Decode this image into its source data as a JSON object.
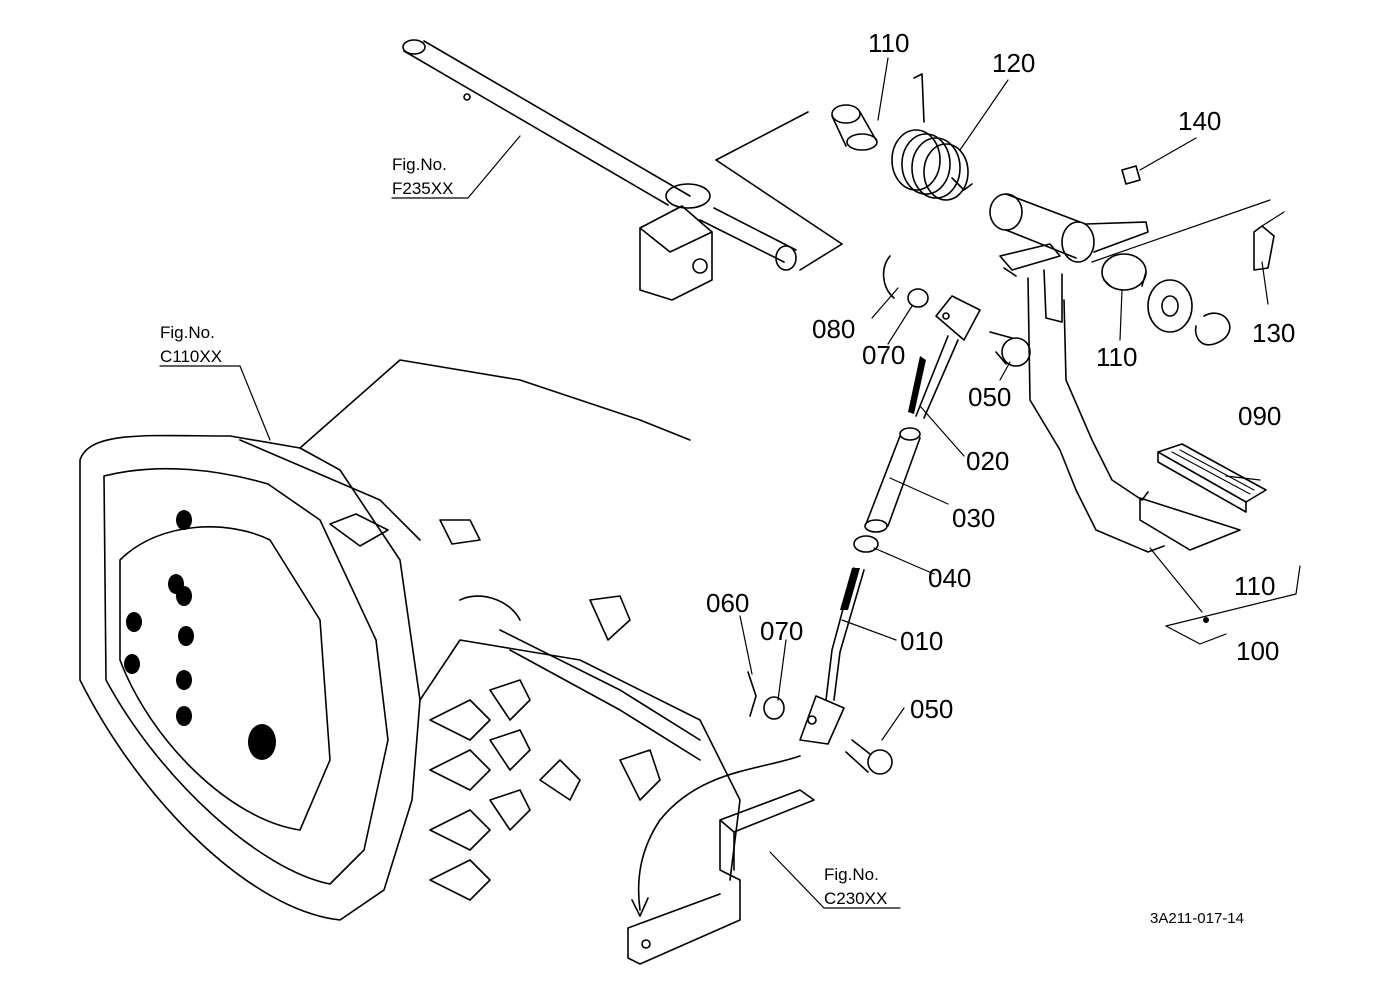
{
  "parts": {
    "p010": "010",
    "p020": "020",
    "p030": "030",
    "p040": "040",
    "p050a": "050",
    "p050b": "050",
    "p060": "060",
    "p070a": "070",
    "p070b": "070",
    "p080": "080",
    "p090": "090",
    "p100": "100",
    "p110a": "110",
    "p110b": "110",
    "p110c": "110",
    "p120": "120",
    "p130": "130",
    "p140": "140"
  },
  "figure_refs": {
    "f235_top": "Fig.No.",
    "f235_bottom": "F235XX",
    "c110_top": "Fig.No.",
    "c110_bottom": "C110XX",
    "c230_top": "Fig.No.",
    "c230_bottom": "C230XX"
  },
  "document_code": "3A211-017-14",
  "colors": {
    "ink": "#000000",
    "paper": "#ffffff"
  }
}
